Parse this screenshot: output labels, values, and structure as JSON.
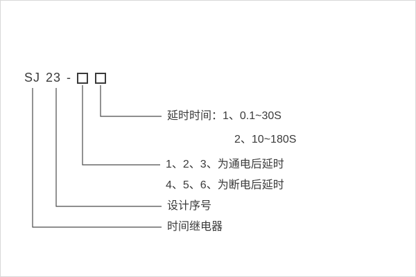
{
  "model": {
    "prefix": "SJ",
    "series": "23",
    "dash": "-"
  },
  "labels": {
    "delay_time_line1": "延时时间：1、0.1~30S",
    "delay_time_line2": "2、10~180S",
    "power_on_delay": "1、2、3、为通电后延时",
    "power_off_delay": "4、5、6、为断电后延时",
    "design_serial": "设计序号",
    "time_relay": "时间继电器"
  }
}
